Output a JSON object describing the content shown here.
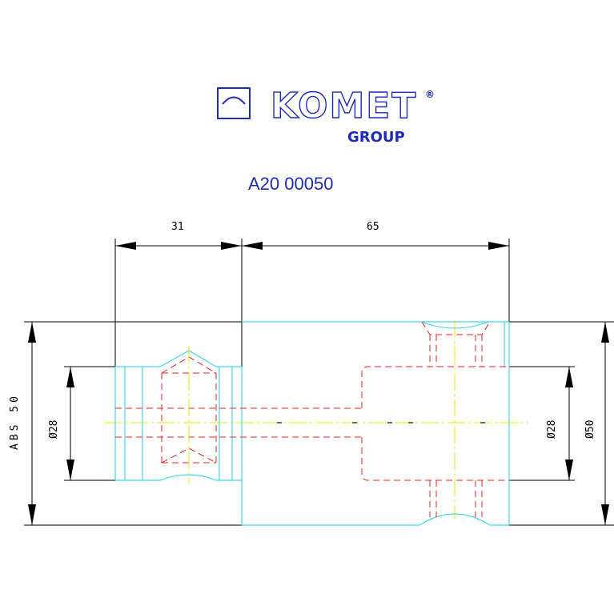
{
  "logo": {
    "brand": "KOMET",
    "registered": "®",
    "group": "GROUP"
  },
  "part_number": "A20 00050",
  "dimensions": {
    "top_left": "31",
    "top_right": "65",
    "side_label": "ABS 50",
    "left_diameter": "Ø28",
    "right_diameter": "Ø28",
    "outer_diameter": "Ø50"
  },
  "colors": {
    "logo": "#1c2bb8",
    "outline": "#40d8e8",
    "hidden": "#e82020",
    "centerline": "#e8e800",
    "dimension": "#000000"
  }
}
